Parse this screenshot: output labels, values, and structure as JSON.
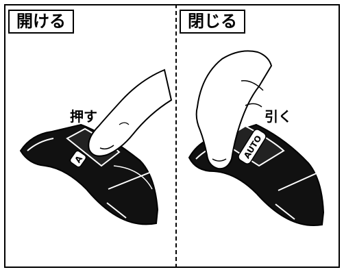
{
  "panels": {
    "open": {
      "title": "開ける",
      "action": "押す",
      "button_label": "A"
    },
    "close": {
      "title": "閉じる",
      "action": "引く",
      "button_label": "AUTO"
    }
  }
}
